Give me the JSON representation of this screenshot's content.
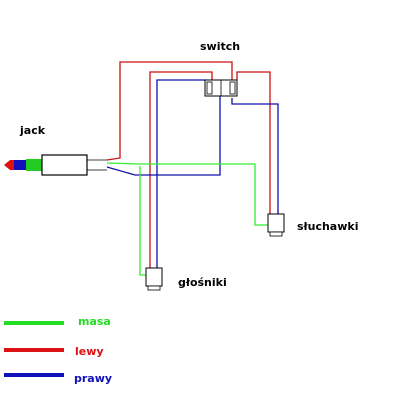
{
  "labels": {
    "switch": "switch",
    "jack": "jack",
    "headphones": "słuchawki",
    "speakers": "głośniki"
  },
  "legend": [
    {
      "label": "masa",
      "color": "#22dd22"
    },
    {
      "label": "lewy",
      "color": "#dd1111"
    },
    {
      "label": "prawy",
      "color": "#1111bb"
    }
  ],
  "colors": {
    "ground": "#33ee33",
    "left": "#cc1111",
    "right": "#1111aa",
    "outline": "#000000"
  },
  "icons": {
    "jack": "audio-jack-plug-icon",
    "switch": "switch-icon",
    "headphones": "headphone-socket-icon",
    "speakers": "speaker-socket-icon"
  }
}
